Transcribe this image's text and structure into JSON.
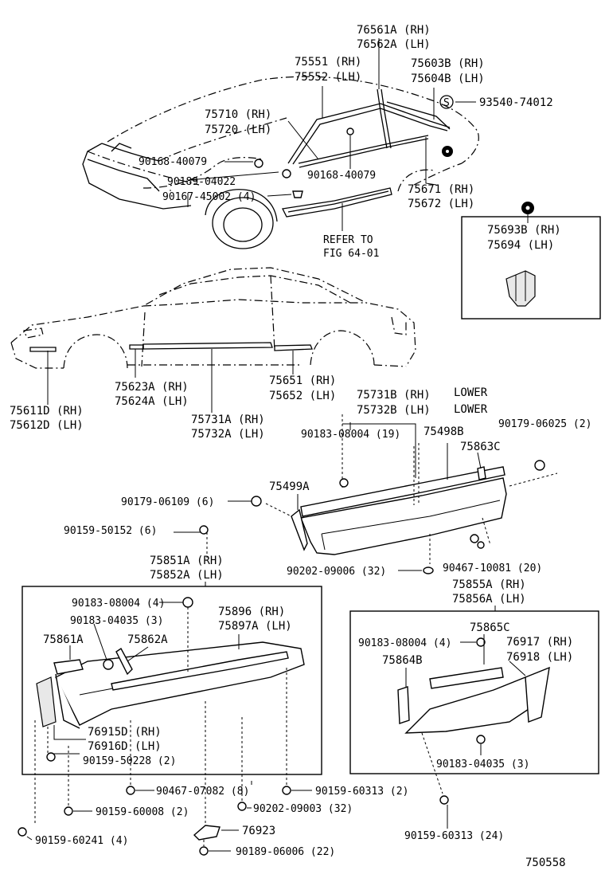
{
  "labels": {
    "p76561A": "76561A (RH)",
    "p76562A": "76562A (LH)",
    "p75551": "75551 (RH)",
    "p75552": "75552 (LH)",
    "p75603B": "75603B (RH)",
    "p75604B": "75604B (LH)",
    "p93540": "93540-74012",
    "p75710": "75710 (RH)",
    "p75720": "75720 (LH)",
    "p90168a": "90168-40079",
    "p90189a": "90189-04022",
    "p90167": "90167-45002 (4)",
    "p90168b": "90168-40079",
    "p75671": "75671 (RH)",
    "p75672": "75672 (LH)",
    "refer1": "REFER TO",
    "refer2": "FIG 64-01",
    "p75693B": "75693B (RH)",
    "p75694": "75694  (LH)",
    "p75611D": "75611D (RH)",
    "p75612D": "75612D (LH)",
    "p75623A": "75623A (RH)",
    "p75624A": "75624A (LH)",
    "p75731A": "75731A (RH)",
    "p75732A": "75732A (LH)",
    "p75651": "75651 (RH)",
    "p75652": "75652 (LH)",
    "p75731B": "75731B (RH)",
    "p75732B": "75732B (LH)",
    "lower1": "LOWER",
    "lower2": "LOWER",
    "p90183_19": "90183-08004 (19)",
    "p75498B": "75498B",
    "p75863C": "75863C",
    "p90179_2": "90179-06025 (2)",
    "p75499A": "75499A",
    "p90179_6": "90179-06109 (6)",
    "p90159_6": "90159-50152 (6)",
    "p90202_32": "90202-09006 (32)",
    "p90467_20": "90467-10081 (20)",
    "p75851A": "75851A (RH)",
    "p75852A": "75852A (LH)",
    "p75855A": "75855A (RH)",
    "p75856A": "75856A (LH)",
    "p90183_4a": "90183-08004 (4)",
    "p90183_3a": "90183-04035 (3)",
    "p75896": "75896  (RH)",
    "p75897A": "75897A (LH)",
    "p75861A": "75861A",
    "p75862A": "75862A",
    "p76915D": "76915D (RH)",
    "p76916D": "76916D (LH)",
    "p90159_2": "90159-50228 (2)",
    "p75865C": "75865C",
    "p90183_4b": "90183-08004 (4)",
    "p76917": "76917 (RH)",
    "p76918": "76918 (LH)",
    "p75864B": "75864B",
    "p90183_3b": "90183-04035 (3)",
    "p90467_8": "90467-07082 (8)",
    "p90159_60313a": "90159-60313 (2)",
    "p90159_60008": "90159-60008 (2)",
    "p90202_09003": "90202-09003 (32)",
    "p76923": "76923",
    "p90159_60241": "90159-60241 (4)",
    "p90189_06006": "90189-06006 (22)",
    "p90159_60313b": "90159-60313 (24)",
    "figno": "750558",
    "s_mark": "S"
  }
}
